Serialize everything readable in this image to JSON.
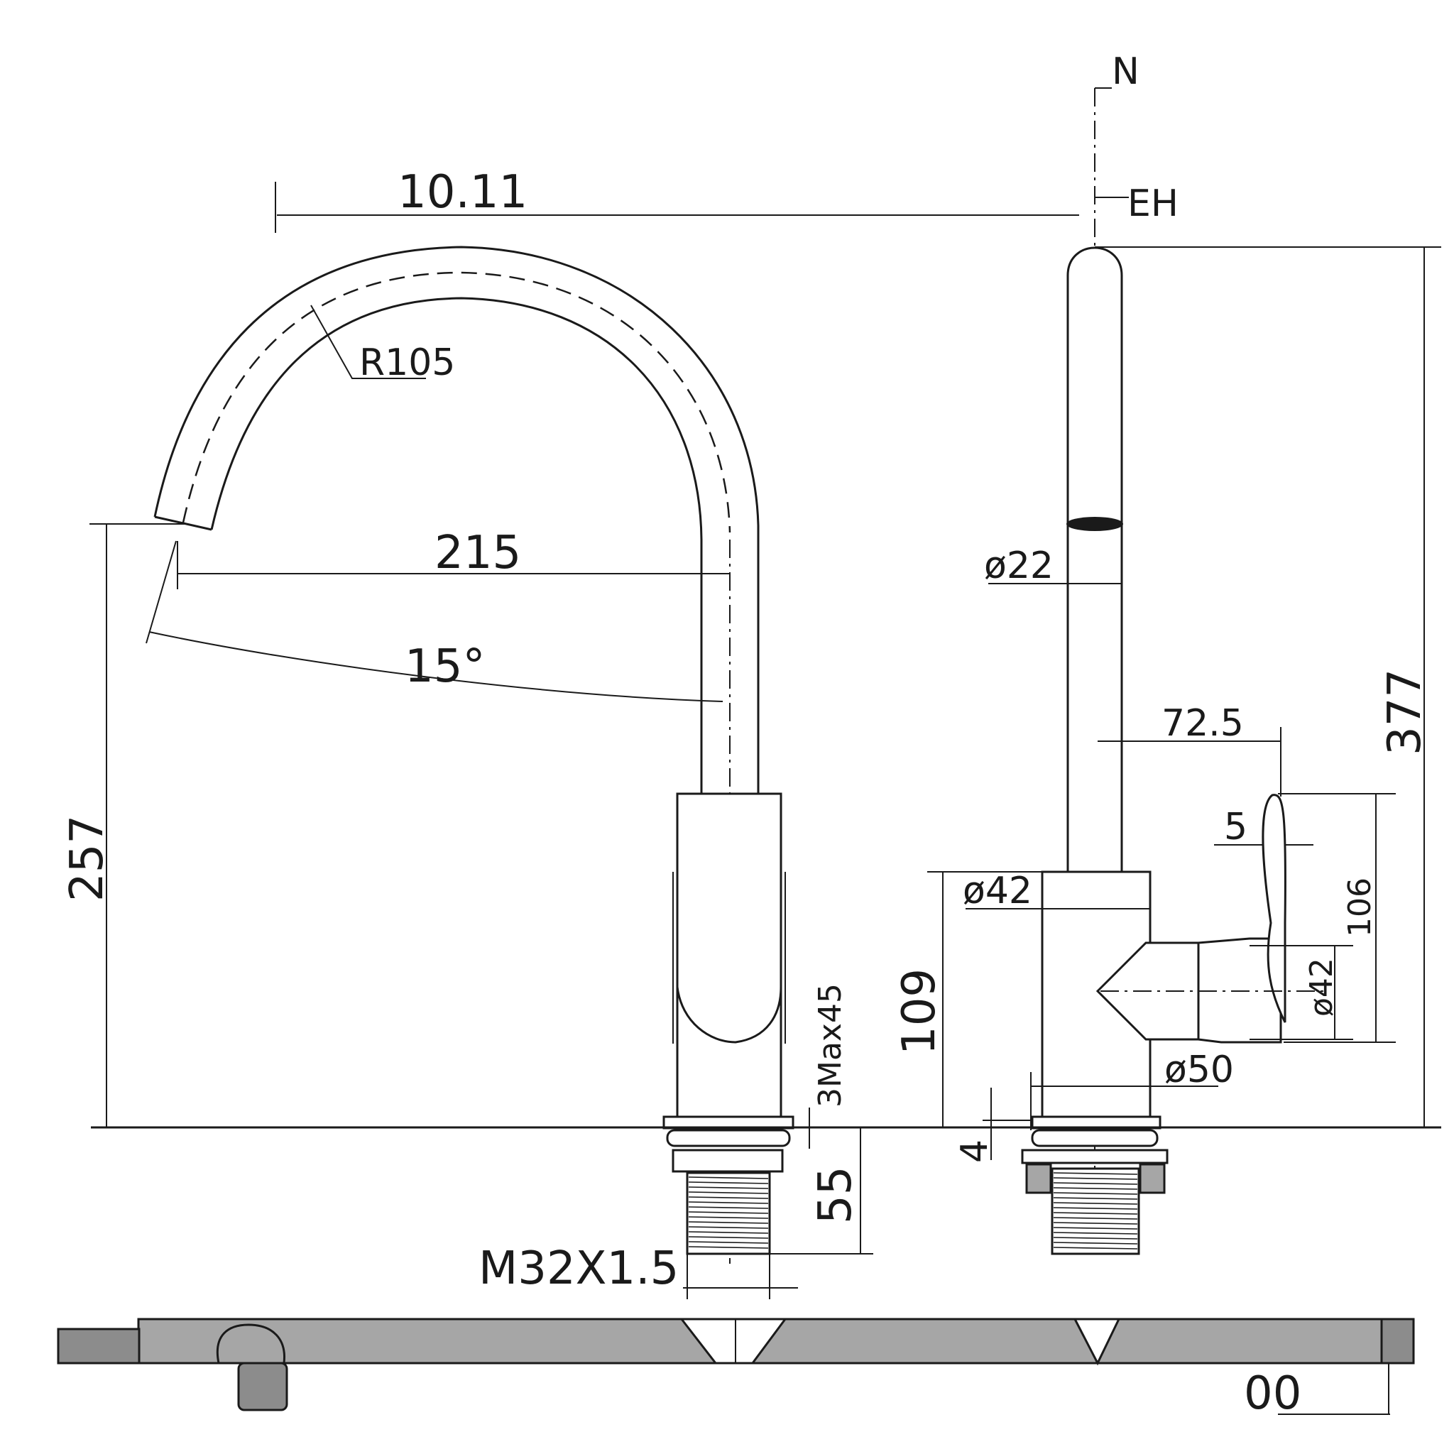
{
  "dimensions": {
    "top_overall": "10.11",
    "side_top_mark": "N",
    "side_top_mark2": "EH",
    "radius": "R105",
    "reach": "215",
    "swivel_angle": "15°",
    "spout_height": "257",
    "thread_max": "3Max45",
    "shank_length": "55",
    "thread_spec": "M32X1.5",
    "spout_diameter": "ø22",
    "overall_height": "377",
    "lever_reach": "72.5",
    "lever_thickness": "5",
    "lever_height": "106",
    "body_diameter_side": "ø42",
    "handle_diameter": "ø42",
    "body_height": "109",
    "base_diameter": "ø50",
    "base_plate": "4",
    "bottom_label": "00"
  }
}
